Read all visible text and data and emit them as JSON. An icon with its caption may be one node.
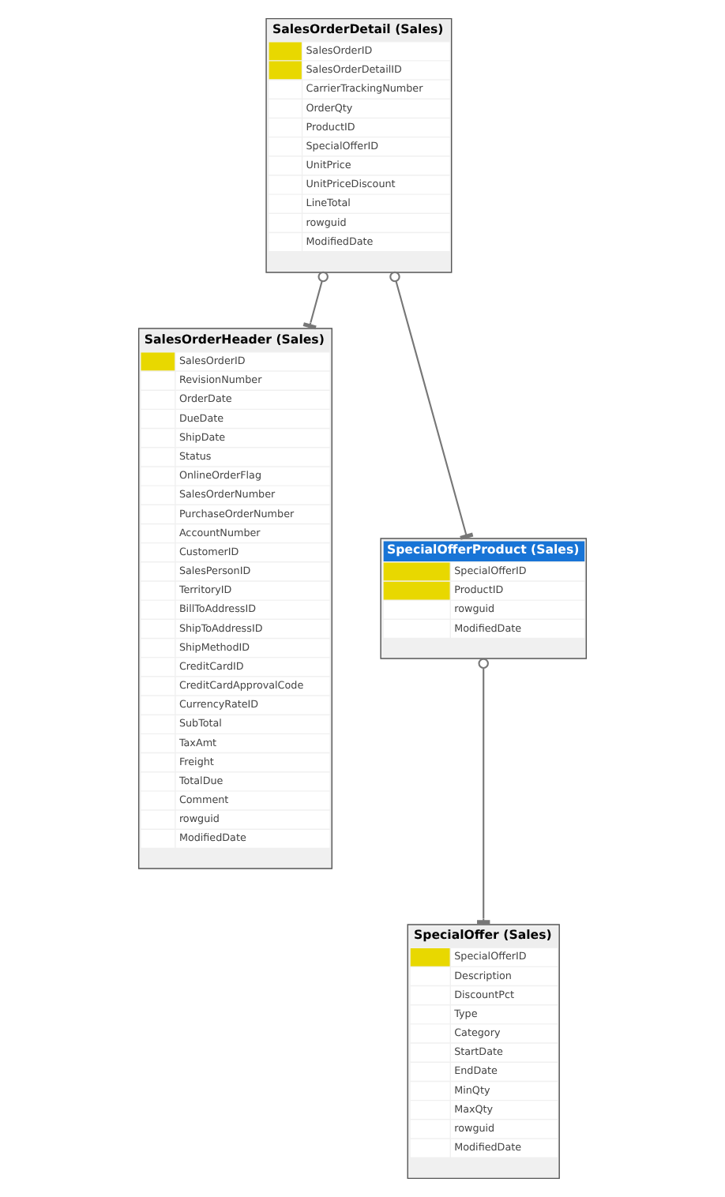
{
  "diagram": {
    "nodes": [
      {
        "text": [
          "SalesOrderDetail (Sales)",
          "SalesOrderID",
          "SalesOrderDetailID",
          "CarrierTrackingNumber",
          "OrderQty",
          "ProductID",
          "SpecialOfferID",
          "UnitPrice",
          "UnitPriceDiscount",
          "LineTotal",
          "rowguid",
          "ModifiedDate"
        ]
      },
      {
        "text": [
          "SalesOrderHeader (Sales)",
          "SalesOrderID",
          "RevisionNumber",
          "OrderDate",
          "DueDate",
          "ShipDate",
          "Status",
          "OnlineOrderFlag",
          "SalesOrderNumber",
          "PurchaseOrderNumber",
          "AccountNumber",
          "CustomerID",
          "SalesPersonID",
          "TerritoryID",
          "BillToAddressID",
          "ShipToAddressID",
          "ShipMethodID",
          "CreditCardID",
          "CreditCardApprovalCode",
          "CurrencyRateID",
          "SubTotal",
          "TaxAmt",
          "Freight",
          "TotalDue",
          "Comment",
          "rowguid",
          "ModifiedDate"
        ]
      },
      {
        "text": [
          "SpecialOfferProduct (Sales)",
          "SpecialOfferID",
          "ProductID",
          "rowguid",
          "ModifiedDate"
        ]
      },
      {
        "text": [
          "SpecialOffer (Sales)",
          "SpecialOfferID",
          "Description",
          "DiscountPct",
          "Type",
          "Category",
          "StartDate",
          "EndDate",
          "MinQty",
          "MaxQty",
          "rowguid",
          "ModifiedDate"
        ]
      }
    ],
    "edges": [
      {
        "from": 0,
        "to": 2,
        "arrow": "other"
      },
      {
        "from": 0,
        "to": 1,
        "arrow": "other"
      },
      {
        "from": 2,
        "to": 3,
        "arrow": "other"
      }
    ]
  }
}
